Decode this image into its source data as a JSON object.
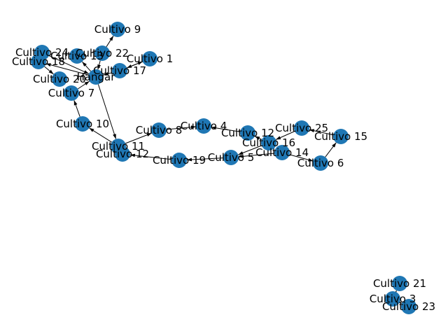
{
  "graph": {
    "node_color": "#1f77b4",
    "edge_color": "#000000",
    "label_color": "#000000",
    "nodes": [
      {
        "id": "Cultivo 1",
        "label": "Cultivo 1"
      },
      {
        "id": "Cultivo 3",
        "label": "Cultivo 3"
      },
      {
        "id": "Cultivo 4",
        "label": "Cultivo 4"
      },
      {
        "id": "Cultivo 5",
        "label": "Cultivo 5"
      },
      {
        "id": "Cultivo 6",
        "label": "Cultivo 6"
      },
      {
        "id": "Cultivo 7",
        "label": "Cultivo 7"
      },
      {
        "id": "Cultivo 8",
        "label": "Cultivo 8"
      },
      {
        "id": "Cultivo 9",
        "label": "Cultivo 9"
      },
      {
        "id": "Cultivo 10",
        "label": "Cultivo 10"
      },
      {
        "id": "Cultivo 11",
        "label": "Cultivo 11"
      },
      {
        "id": "Cultivo 12 (right)",
        "label": "Cultivo 12"
      },
      {
        "id": "Cultivo 12 (left)",
        "label": "Cultivo 12"
      },
      {
        "id": "Cultivo 13",
        "label": "Cultivo 13"
      },
      {
        "id": "Cultivo 14",
        "label": "Cultivo 14"
      },
      {
        "id": "Cultivo 15",
        "label": "Cultivo 15"
      },
      {
        "id": "Cultivo 16",
        "label": "Cultivo 16"
      },
      {
        "id": "Cultivo 17",
        "label": "Cultivo 17"
      },
      {
        "id": "Cultivo 18",
        "label": "Cultivo 18"
      },
      {
        "id": "Cultivo 19",
        "label": "Cultivo 19"
      },
      {
        "id": "Cultivo 20",
        "label": "Cultivo 20"
      },
      {
        "id": "Cultivo 21",
        "label": "Cultivo 21"
      },
      {
        "id": "Cultivo 22",
        "label": "Cultivo 22"
      },
      {
        "id": "Cultivo 23",
        "label": "Cultivo 23"
      },
      {
        "id": "Cultivo 24",
        "label": "Cultivo 24"
      },
      {
        "id": "Cultivo 25",
        "label": "Cultivo 25"
      },
      {
        "id": "Hangar",
        "label": "Hangar"
      }
    ],
    "edges": [
      {
        "from": "Cultivo 22",
        "to": "Cultivo 9"
      },
      {
        "from": "Cultivo 22",
        "to": "Hangar"
      },
      {
        "from": "Cultivo 1",
        "to": "Cultivo 17"
      },
      {
        "from": "Cultivo 17",
        "to": "Cultivo 1"
      },
      {
        "from": "Cultivo 17",
        "to": "Hangar"
      },
      {
        "from": "Hangar",
        "to": "Cultivo 13"
      },
      {
        "from": "Cultivo 24",
        "to": "Hangar"
      },
      {
        "from": "Hangar",
        "to": "Cultivo 18"
      },
      {
        "from": "Cultivo 18",
        "to": "Cultivo 20"
      },
      {
        "from": "Cultivo 7",
        "to": "Hangar"
      },
      {
        "from": "Hangar",
        "to": "Cultivo 11"
      },
      {
        "from": "Cultivo 10",
        "to": "Cultivo 7"
      },
      {
        "from": "Cultivo 11",
        "to": "Cultivo 10"
      },
      {
        "from": "Cultivo 11",
        "to": "Cultivo 8"
      },
      {
        "from": "Cultivo 8",
        "to": "Cultivo 4"
      },
      {
        "from": "Cultivo 12 (right)",
        "to": "Cultivo 4"
      },
      {
        "from": "Cultivo 16",
        "to": "Cultivo 12 (right)"
      },
      {
        "from": "Cultivo 25",
        "to": "Cultivo 16"
      },
      {
        "from": "Cultivo 15",
        "to": "Cultivo 25"
      },
      {
        "from": "Cultivo 6",
        "to": "Cultivo 15"
      },
      {
        "from": "Cultivo 14",
        "to": "Cultivo 6"
      },
      {
        "from": "Cultivo 16",
        "to": "Cultivo 5"
      },
      {
        "from": "Cultivo 14",
        "to": "Cultivo 5"
      },
      {
        "from": "Cultivo 5",
        "to": "Cultivo 19"
      },
      {
        "from": "Cultivo 19",
        "to": "Cultivo 12 (left)"
      },
      {
        "from": "Cultivo 3",
        "to": "Cultivo 21"
      },
      {
        "from": "Cultivo 3",
        "to": "Cultivo 23"
      }
    ]
  }
}
